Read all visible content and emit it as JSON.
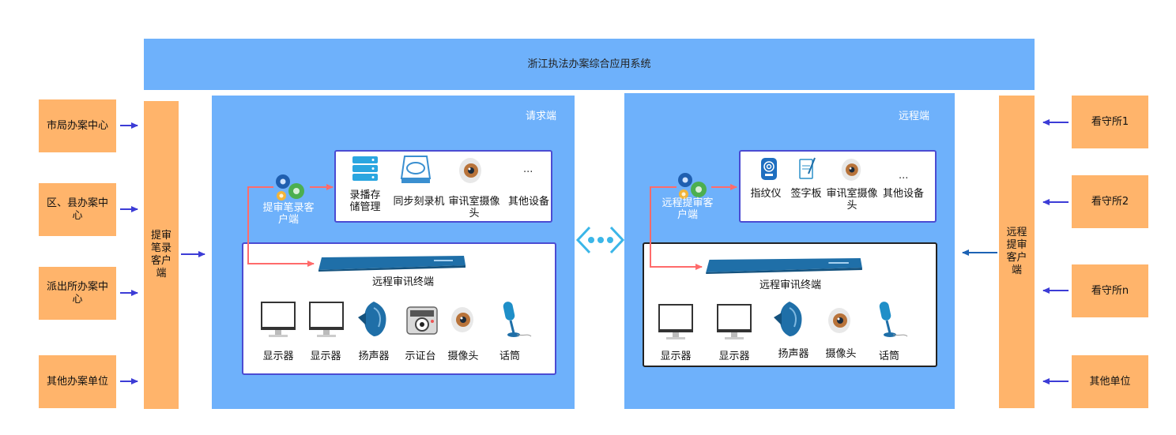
{
  "title": "浙江执法办案综合应用系统",
  "left_units": [
    "市局办案中心",
    "区、县办案中心",
    "派出所办案中心",
    "其他办案单位"
  ],
  "left_client": "提审笔录客户端",
  "right_units": [
    "看守所1",
    "看守所2",
    "看守所n",
    "其他单位"
  ],
  "right_client": "远程提审客户端",
  "request_panel": {
    "title": "请求端",
    "client": "提审笔录客户端",
    "devices": [
      "录播存储管理",
      "同步刻录机",
      "审讯室摄像头",
      "其他设备"
    ],
    "more": "...",
    "terminal": "远程审讯终端",
    "terminal_devices": [
      "显示器",
      "显示器",
      "扬声器",
      "示证台",
      "摄像头",
      "话筒"
    ]
  },
  "remote_panel": {
    "title": "远程端",
    "client": "远程提审客户端",
    "devices": [
      "指纹仪",
      "签字板",
      "审讯室摄像头",
      "其他设备"
    ],
    "more": "...",
    "terminal": "远程审讯终端",
    "terminal_devices": [
      "显示器",
      "显示器",
      "扬声器",
      "摄像头",
      "话筒"
    ]
  },
  "colors": {
    "panel": "#6eb1fb",
    "orange": "#ffb46b",
    "arrow": "#3c3cd6",
    "link": "#ff6b6b",
    "icon_blue": "#1f6fa8"
  }
}
